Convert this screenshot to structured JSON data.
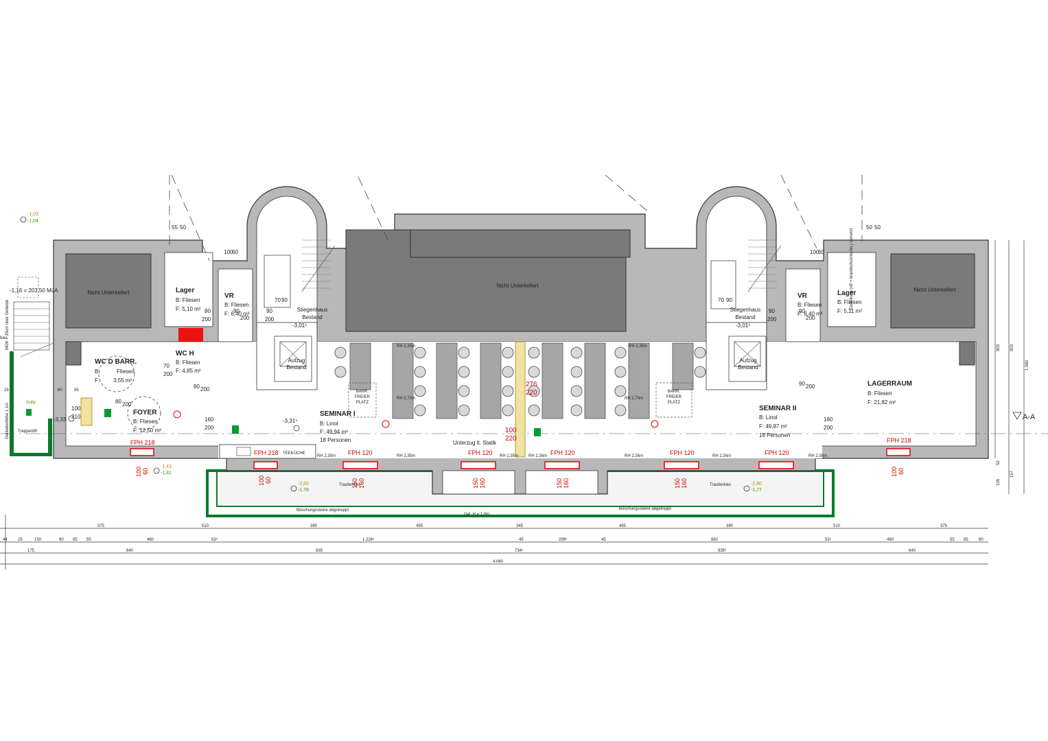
{
  "rooms": {
    "nicht_left": "Nicht Unterkellert",
    "nicht_center": "Nicht Unterkellert",
    "nicht_right": "Nicht Unterkellert",
    "lager_left": {
      "name": "Lager",
      "b": "B:  Fliesen",
      "f": "F:  5,10 m²"
    },
    "vr_left": {
      "name": "VR",
      "b": "B:  Fliesen",
      "f": "F:  6,40 m²"
    },
    "stiegen_left": {
      "name": "Stiegenhaus",
      "sub": "Bestand",
      "level": "-3,01⁵"
    },
    "aufzug_left": {
      "name": "Aufzug",
      "sub": "Bestand"
    },
    "wc_d": {
      "name": "WC D BARR.",
      "b": "B:",
      "b2": "Fliesen",
      "f": "F:",
      "f2": "3,55 m²"
    },
    "wc_h": {
      "name": "WC H",
      "b": "B:  Fliesen",
      "f": "F:  4,85 m²"
    },
    "foyer": {
      "name": "FOYER",
      "b": "B:   Fliesen",
      "f": "F:  12,50 m²"
    },
    "seminar1": {
      "name": "SEMINAR I",
      "b": "B:        Linol",
      "f": "F:   49,94 m²",
      "p": "18 Personen",
      "level": "-3,31⁵"
    },
    "seminar2": {
      "name": "SEMINAR II",
      "b": "B:        Linol",
      "f": "F:   49,87 m²",
      "p": "18 Personen"
    },
    "stiegen_right": {
      "name": "Stiegenhaus",
      "sub": "Bestand",
      "level": "-3,01⁵"
    },
    "aufzug_right": {
      "name": "Aufzug",
      "sub": "Bestand"
    },
    "vr_right": {
      "name": "VR",
      "b": "B:  Fliesen",
      "f": "F:  6,40 m²"
    },
    "lager_right": {
      "name": "Lager",
      "b": "B:  Fliesen",
      "f": "F:  5,11 m²"
    },
    "lagerraum": {
      "name": "LAGERRAUM",
      "b": "B:        Fliesen",
      "f": "F:     21,82 m²"
    },
    "barr_left": [
      "BARR.",
      "FREIER",
      "PLATZ"
    ],
    "barr_right": [
      "BARR.",
      "FREIER",
      "PLATZ"
    ],
    "teekueche": "TEEKÜCHE"
  },
  "doors": {
    "d100_210": [
      "100",
      "210"
    ],
    "d160_200_left": [
      "160",
      "200"
    ],
    "d160_200_right": [
      "160",
      "200"
    ],
    "d80_200_a": [
      "80",
      "200"
    ],
    "d90_200_a": [
      "90",
      "200"
    ],
    "d90_200_b": [
      "90",
      "200"
    ],
    "d70_200": [
      "70",
      "200"
    ],
    "d80_200_b": [
      "80",
      "200"
    ],
    "d80_200_c": [
      "80",
      "200"
    ],
    "d70_90": [
      "70",
      "90"
    ],
    "d100_60_top": [
      "100",
      "60"
    ],
    "d55_50": [
      "55",
      "50"
    ],
    "d100_220": [
      "100",
      "220"
    ],
    "d276_220": [
      "276",
      "220"
    ],
    "d90_200_r1": [
      "90",
      "200"
    ],
    "d90_200_r2": [
      "90",
      "200"
    ],
    "d90_200_r3": [
      "90",
      "200"
    ],
    "d70_90_r": [
      "70",
      "90"
    ],
    "d100_60_r": [
      "100",
      "60"
    ],
    "d50_50_r": [
      "50",
      "50"
    ]
  },
  "fire": {
    "fph218_left": "FPH 218",
    "fph218_tee": "FPH 218",
    "fph120": [
      "FPH 120",
      "FPH 120",
      "FPH 120",
      "FPH 120",
      "FPH 120"
    ],
    "fph218_right": "FPH 218",
    "win_left": [
      "100",
      "60"
    ],
    "win_a": [
      "100",
      "60"
    ],
    "win_b": [
      "150",
      "160"
    ],
    "win_c": [
      "150",
      "160"
    ],
    "win_d": [
      "150",
      "160"
    ],
    "win_e": [
      "150",
      "160"
    ],
    "win_right": [
      "100",
      "60"
    ]
  },
  "levels": {
    "top_left": [
      "-1,03",
      "-1,04"
    ],
    "left_stair": "-1,16 = 203,50 MüA",
    "foyer_out": "-3,33",
    "ext_left": [
      "-1,43",
      "-1,81"
    ],
    "ext_mid": [
      "-2,60",
      "-1,78"
    ],
    "ext_right": [
      "-2,60",
      "-1,77"
    ]
  },
  "annotations": {
    "unterzug": "Unterzug lt. Statik",
    "rh": [
      "RH 2,35m",
      "RH 2,35m",
      "RH 2,35m",
      "RH 2,35m",
      "RH 2,35m",
      "RH 2,35m",
      "RH 2,35m"
    ],
    "rh_top": [
      "RH 2,35m",
      "RH 2,35m"
    ],
    "rh270": [
      "RH 2,70m",
      "RH 2,70m"
    ],
    "traufenkies_l": "Traufenkies",
    "traufenkies_r": "Traufenkies",
    "boeschung_l": "Böschungssteine abgetreppt",
    "boeschung_r": "Böschungssteine abgetreppt",
    "gel": "Gel. H = 1,0m",
    "section": "A-A",
    "gully": "Gully",
    "treppenlift": "Treppenlift",
    "gelaender": "Geländerhöhe 1,1m",
    "mok": "MOK = 20cm über Gelände",
    "bau": "bau",
    "gasleitung": "Gasleitung (off + brandschutztechn.) versetzt"
  },
  "dims": {
    "row1": [
      "375",
      "510",
      "390",
      "495",
      "345",
      "495",
      "390",
      "510",
      "375"
    ],
    "row2": [
      "44",
      "25",
      "150",
      "60",
      "65",
      "55",
      "460",
      "53⁵",
      "1.226⁵",
      "45",
      "299⁵",
      "45",
      "882",
      "53⁵",
      "460",
      "55",
      "65",
      "60"
    ],
    "row3": [
      "175",
      "640",
      "935",
      "734⁵",
      "935⁵",
      "640"
    ],
    "total": "4.060",
    "right_v": [
      "903",
      "903",
      "1.060",
      "52",
      "157",
      "105"
    ],
    "left_small": [
      "25",
      "60",
      "55"
    ]
  }
}
